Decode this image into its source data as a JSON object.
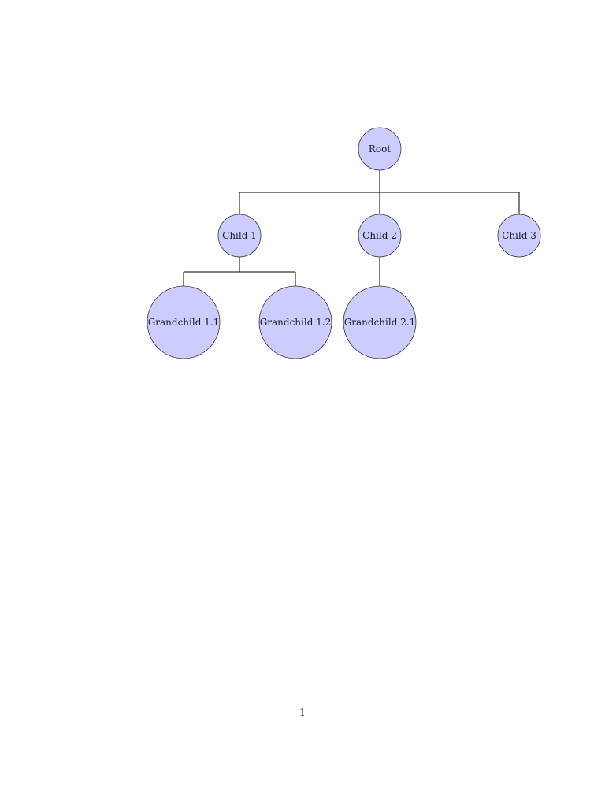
{
  "colors": {
    "node_fill": "#ccccff",
    "node_stroke": "#333333",
    "edge_stroke": "#000000"
  },
  "tree": {
    "nodes": [
      {
        "id": "root",
        "label": "Root",
        "parent": null
      },
      {
        "id": "child-1",
        "label": "Child 1",
        "parent": "root"
      },
      {
        "id": "child-2",
        "label": "Child 2",
        "parent": "root"
      },
      {
        "id": "child-3",
        "label": "Child 3",
        "parent": "root"
      },
      {
        "id": "grandchild-1-1",
        "label": "Grandchild 1.1",
        "parent": "child-1"
      },
      {
        "id": "grandchild-1-2",
        "label": "Grandchild 1.2",
        "parent": "child-1"
      },
      {
        "id": "grandchild-2-1",
        "label": "Grandchild 2.1",
        "parent": "child-2"
      }
    ]
  },
  "footer": {
    "page_number": "1"
  }
}
